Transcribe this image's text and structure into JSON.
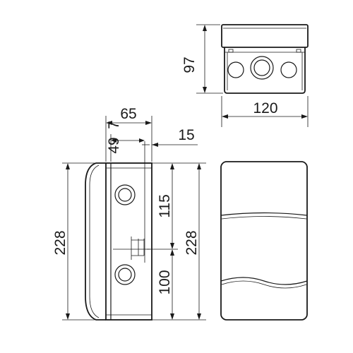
{
  "dimensions": {
    "top_height": "97",
    "top_width": "120",
    "side_depth": "65",
    "side_offset_a": "49",
    "side_offset_b": "7",
    "side_lip": "15",
    "side_height_left": "228",
    "side_height_right": "228",
    "side_upper_spacing": "115",
    "side_lower_spacing": "100"
  },
  "colors": {
    "line": "#1a1a1a",
    "background": "#ffffff"
  }
}
